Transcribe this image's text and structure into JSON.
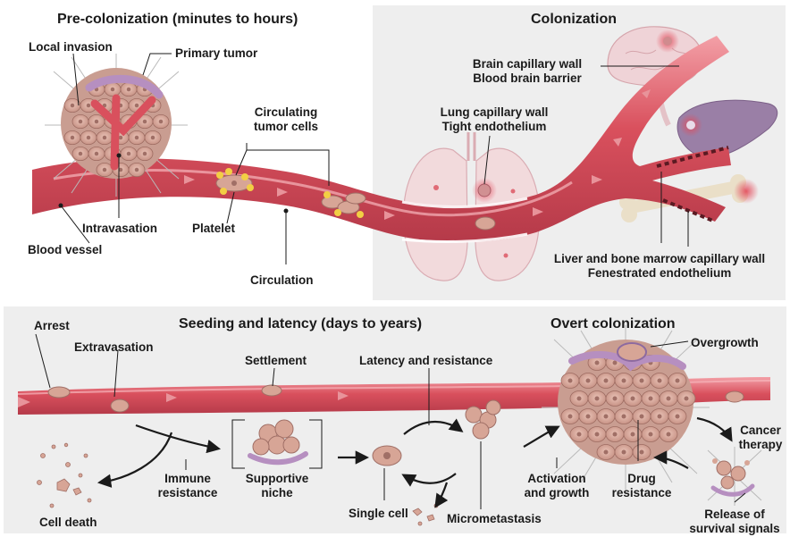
{
  "panels": {
    "pre_colonization": {
      "title": "Pre-colonization (minutes to hours)",
      "labels": {
        "local_invasion": "Local invasion",
        "primary_tumor": "Primary tumor",
        "circulating_line1": "Circulating",
        "circulating_line2": "tumor cells",
        "intravasation": "Intravasation",
        "platelet": "Platelet",
        "blood_vessel": "Blood vessel",
        "circulation": "Circulation"
      }
    },
    "colonization": {
      "title": "Colonization",
      "labels": {
        "brain_line1": "Brain capillary wall",
        "brain_line2": "Blood brain barrier",
        "lung_line1": "Lung capillary wall",
        "lung_line2": "Tight endothelium",
        "liver_line1": "Liver and bone marrow capillary wall",
        "liver_line2": "Fenestrated endothelium"
      }
    },
    "seeding_latency": {
      "title": "Seeding and latency (days to years)",
      "labels": {
        "arrest": "Arrest",
        "extravasation": "Extravasation",
        "settlement": "Settlement",
        "latency_resistance": "Latency and resistance",
        "cell_death": "Cell death",
        "immune_line1": "Immune",
        "immune_line2": "resistance",
        "supportive_line1": "Supportive",
        "supportive_line2": "niche",
        "single_cell": "Single cell",
        "micrometastasis": "Micrometastasis"
      }
    },
    "overt_colonization": {
      "title": "Overt colonization",
      "labels": {
        "overgrowth": "Overgrowth",
        "cancer_line1": "Cancer",
        "cancer_line2": "therapy",
        "activation_line1": "Activation",
        "activation_line2": "and growth",
        "drug_line1": "Drug",
        "drug_line2": "resistance",
        "release_line1": "Release of",
        "release_line2": "survival signals"
      }
    }
  },
  "colors": {
    "vessel": "#d9505d",
    "vessel_light": "#ee8e96",
    "vessel_dark": "#b53a49",
    "flow_arrow": "#e8939a",
    "panel_bg": "#eeeeee",
    "cell_fill": "#d7a596",
    "cell_nucleus": "#a06f66",
    "tumor_membrane": "#b68fc0",
    "platelet": "#f2cf44",
    "bone": "#eadfc8",
    "liver": "#9a7fa6",
    "lung": "#f1d3d7",
    "brain": "#efd3d7",
    "text": "#1a1a1a"
  },
  "icons": [
    "tumor-icon",
    "lung-icon",
    "brain-icon",
    "liver-icon",
    "bone-icon",
    "cell-icon",
    "arrow-icon"
  ]
}
